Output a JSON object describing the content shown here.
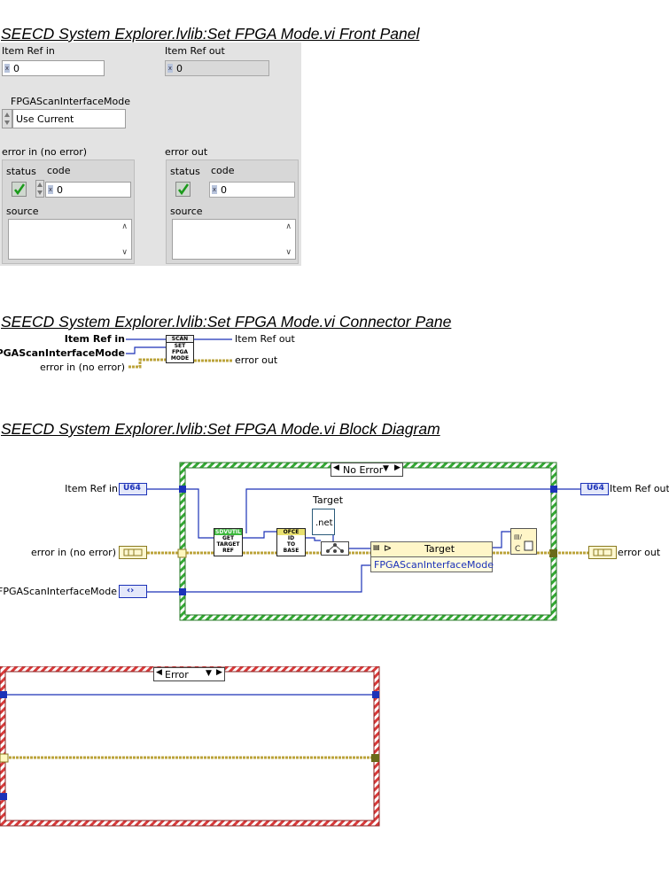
{
  "front_panel": {
    "heading": "SEECD System Explorer.lvlib:Set FPGA Mode.vi Front Panel",
    "item_ref_in": {
      "label": "Item Ref in",
      "value": "0"
    },
    "item_ref_out": {
      "label": "Item Ref out",
      "value": "0"
    },
    "fpga_mode": {
      "label": "FPGAScanInterfaceMode",
      "value": "Use Current"
    },
    "error_in": {
      "label": "error in (no error)",
      "status_label": "status",
      "code_label": "code",
      "code_value": "0",
      "source_label": "source"
    },
    "error_out": {
      "label": "error out",
      "status_label": "status",
      "code_label": "code",
      "code_value": "0",
      "source_label": "source"
    }
  },
  "connector_pane": {
    "heading": "SEECD System Explorer.lvlib:Set FPGA Mode.vi Connector Pane",
    "inputs": [
      "Item Ref in",
      "FPGAScanInterfaceMode",
      "error in (no error)"
    ],
    "outputs": [
      "Item Ref out",
      "error out"
    ],
    "icon_lines": [
      "SCAN",
      "SET",
      "FPGA",
      "MODE"
    ]
  },
  "block_diagram": {
    "heading": "SEECD System Explorer.lvlib:Set FPGA Mode.vi Block Diagram",
    "case_no_error": "No Error",
    "case_error": "Error",
    "terminals": {
      "item_ref_in": "Item Ref in",
      "item_ref_out": "Item Ref out",
      "error_in": "error in (no error)",
      "error_out": "error out",
      "fpga_mode": "FPGAScanInterfaceMode",
      "u64": "U64"
    },
    "subvi_get_target": [
      "SDVUTIL",
      "GET",
      "TARGET",
      "REF"
    ],
    "subvi_id_to_base": [
      "OFCE",
      "ID",
      "TO",
      "BASE"
    ],
    "target_constant_label": "Target",
    "target_constant_text": ".net",
    "property_node_class": "Target",
    "property_node_prop": "FPGAScanInterfaceMode",
    "colors": {
      "no_error_frame": "#33a833",
      "error_frame": "#d83a3a",
      "wire_blue": "#1c32b8",
      "wire_error": "#bba33a"
    }
  }
}
